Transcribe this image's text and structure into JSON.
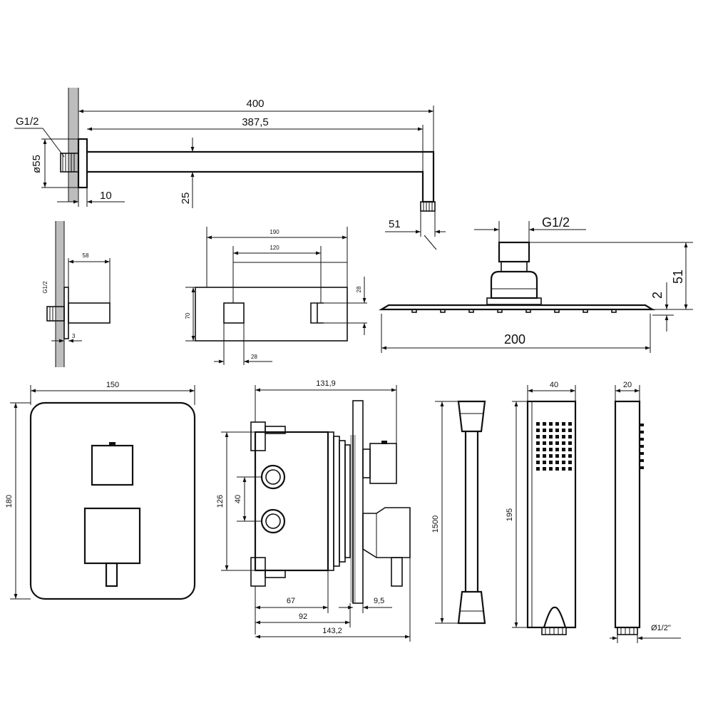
{
  "arm": {
    "thread_label": "G1/2",
    "dia_label": "ø55",
    "length_total": "400",
    "length_inner": "387,5",
    "flange_depth": "10",
    "arm_height": "25",
    "outlet_offset": "51"
  },
  "wall_bracket": {
    "depth": "58",
    "thread_label": "G1/2",
    "offset": "3"
  },
  "wall_plate_front": {
    "width_outer": "190",
    "width_inner": "120",
    "height": "70",
    "cutout_size": "28",
    "slot_size": "28"
  },
  "shower_head": {
    "thread_label": "G1/2",
    "height": "51",
    "plate_thickness": "2",
    "width": "200"
  },
  "faceplate": {
    "width": "150",
    "height": "180"
  },
  "mixer_body": {
    "depth_total": "131,9",
    "height": "126",
    "port_spacing": "40",
    "depth_67": "67",
    "depth_92": "92",
    "offset_95": "9,5",
    "depth_overall": "143,2"
  },
  "hose": {
    "length": "1500"
  },
  "hand_shower": {
    "width": "40",
    "length": "195",
    "side_width": "20",
    "connector_label": "Ø1/2\""
  },
  "colors": {
    "line": "#111111",
    "wall": "#bdbdbd",
    "background": "#ffffff"
  }
}
